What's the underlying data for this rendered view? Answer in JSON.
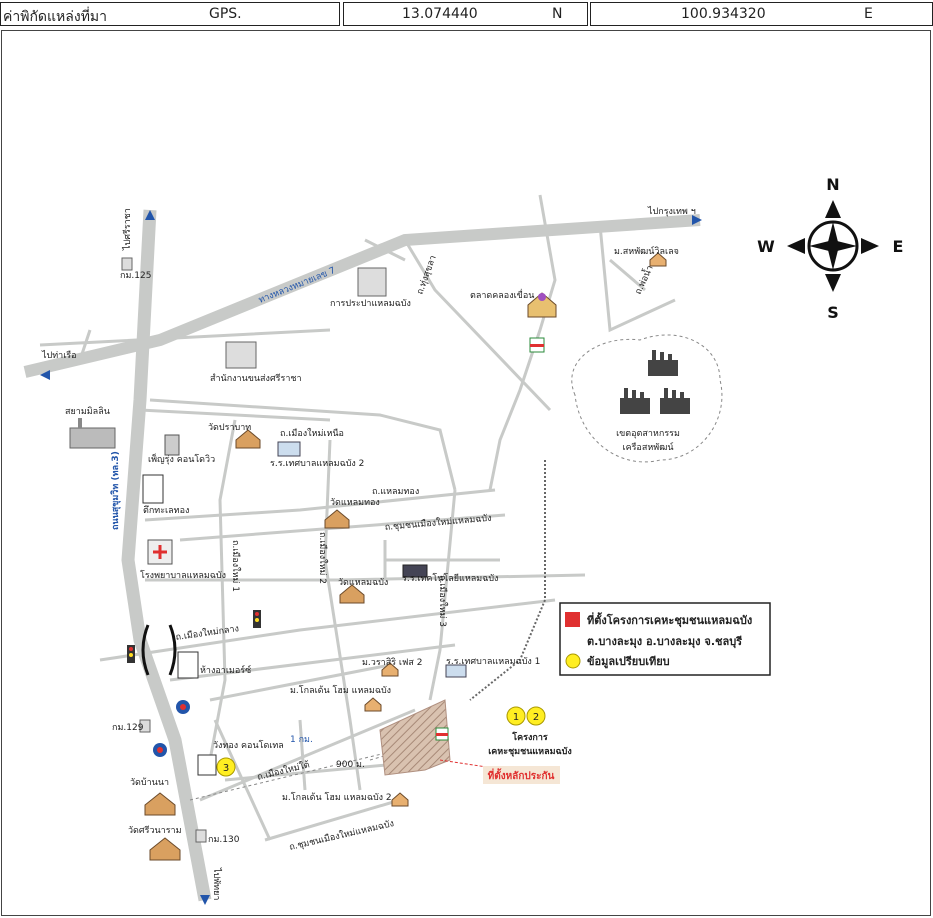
{
  "header": {
    "field_label": "ค่าพิกัดแหล่งที่มา",
    "gps_label": "GPS.",
    "latitude": "13.074440",
    "lat_hemisphere": "N",
    "longitude": "100.934320",
    "lon_hemisphere": "E"
  },
  "compass": {
    "north": "N",
    "south": "S",
    "east": "E",
    "west": "W"
  },
  "places": {
    "to_bangkok": "ไปกรุงเทพ ฯ",
    "to_sriracha": "ไปศรีราชา",
    "to_pattaya": "ไปพัทยา",
    "to_tha_rua": "ไปท่าเรือ",
    "km125": "กม.125",
    "km129": "กม.129",
    "km130": "กม.130",
    "motorway7": "ทางหลวงหมายเลข 7",
    "sukhumvit": "ถนนสุขุมวิท (ทล.3)",
    "pwa": "การประปาแหลมฉบัง",
    "transport": "สำนักงานขนส่งศรีราชา",
    "siam_mill": "สยามมิลลิน",
    "phenrung": "เพ็ญรุ่ง คอนโดวิว",
    "wat_pranang": "วัดปราบาท",
    "school2": "ร.ร.เทศบาลแหลมฉบัง 2",
    "road_mueang_mai_nuea": "ถ.เมืองใหม่เหนือ",
    "tuek_talay": "ตึกทะเลทอง",
    "wat_laem_thong": "วัดแหลมทอง",
    "road_laem_thong": "ถ.แหลมทอง",
    "road_chumchon": "ถ.ชุมชนเมืองใหม่แหลมฉบัง",
    "hospital": "โรงพยาบาลแหลมฉบัง",
    "road_mueang_mai_1": "ถ.เมืองใหม่ 1",
    "road_mueang_mai_2": "ถ.เมืองใหม่ 2",
    "road_mueang_mai_3": "ถ.เมืองใหม่ 3",
    "wat_laem_chabang": "วัดแหลมฉบัง",
    "tech_school": "ร.ร.เทคโนโลยีแหลมฉบัง",
    "road_mueang_mai_klang": "ถ.เมืองใหม่กลาง",
    "apartment": "ห้างอาเมอร์ซ์",
    "varasiri": "ม.วราสิริ เฟส 2",
    "school1": "ร.ร.เทศบาลแหลมฉบัง 1",
    "golden_home": "ม.โกลเด้น โฮม แหลมฉบัง",
    "one_km": "1 กม.",
    "road_mueang_mai_tai": "ถ.เมืองใหม่ใต้",
    "wangthong": "วังทอง คอนโดเทล",
    "wat_ban_na": "วัดบ้านนา",
    "wat_sri_wanaram": "วัดศรีวนาราม",
    "nine_hundred_m": "900 ม.",
    "golden_home2": "ม.โกลเด้น โฮม แหลมฉบัง 2",
    "road_chumchon_bottom": "ถ.ชุมชนเมืองใหม่แหลมฉบัง",
    "market": "ตลาดคลองเขื่อน",
    "road_thung_sukhla": "ถ.ทุ่งสุขลา",
    "sahaphat": "ม.สหพัฒน์วิลเลจ",
    "road_phongnam": "ถ.พ่อน้ำ",
    "industrial_1": "เขตอุตสาหกรรม",
    "industrial_2": "เครือสหพัฒน์",
    "project_1": "โครงการ",
    "project_2": "เคหะชุมชนแหลมฉบัง",
    "collateral": "ที่ตั้งหลักประกัน",
    "marker_3": "3",
    "marker_1": "1",
    "marker_2": "2"
  },
  "legend": {
    "project_line1": "ที่ตั้งโครงการเคหะชุมชนแหลมฉบัง",
    "project_line2": "ต.บางละมุง อ.บางละมุง จ.ชลบุรี",
    "compare": "ข้อมูลเปรียบเทียบ",
    "project_color": "#e03030",
    "compare_color": "#ffee22"
  }
}
